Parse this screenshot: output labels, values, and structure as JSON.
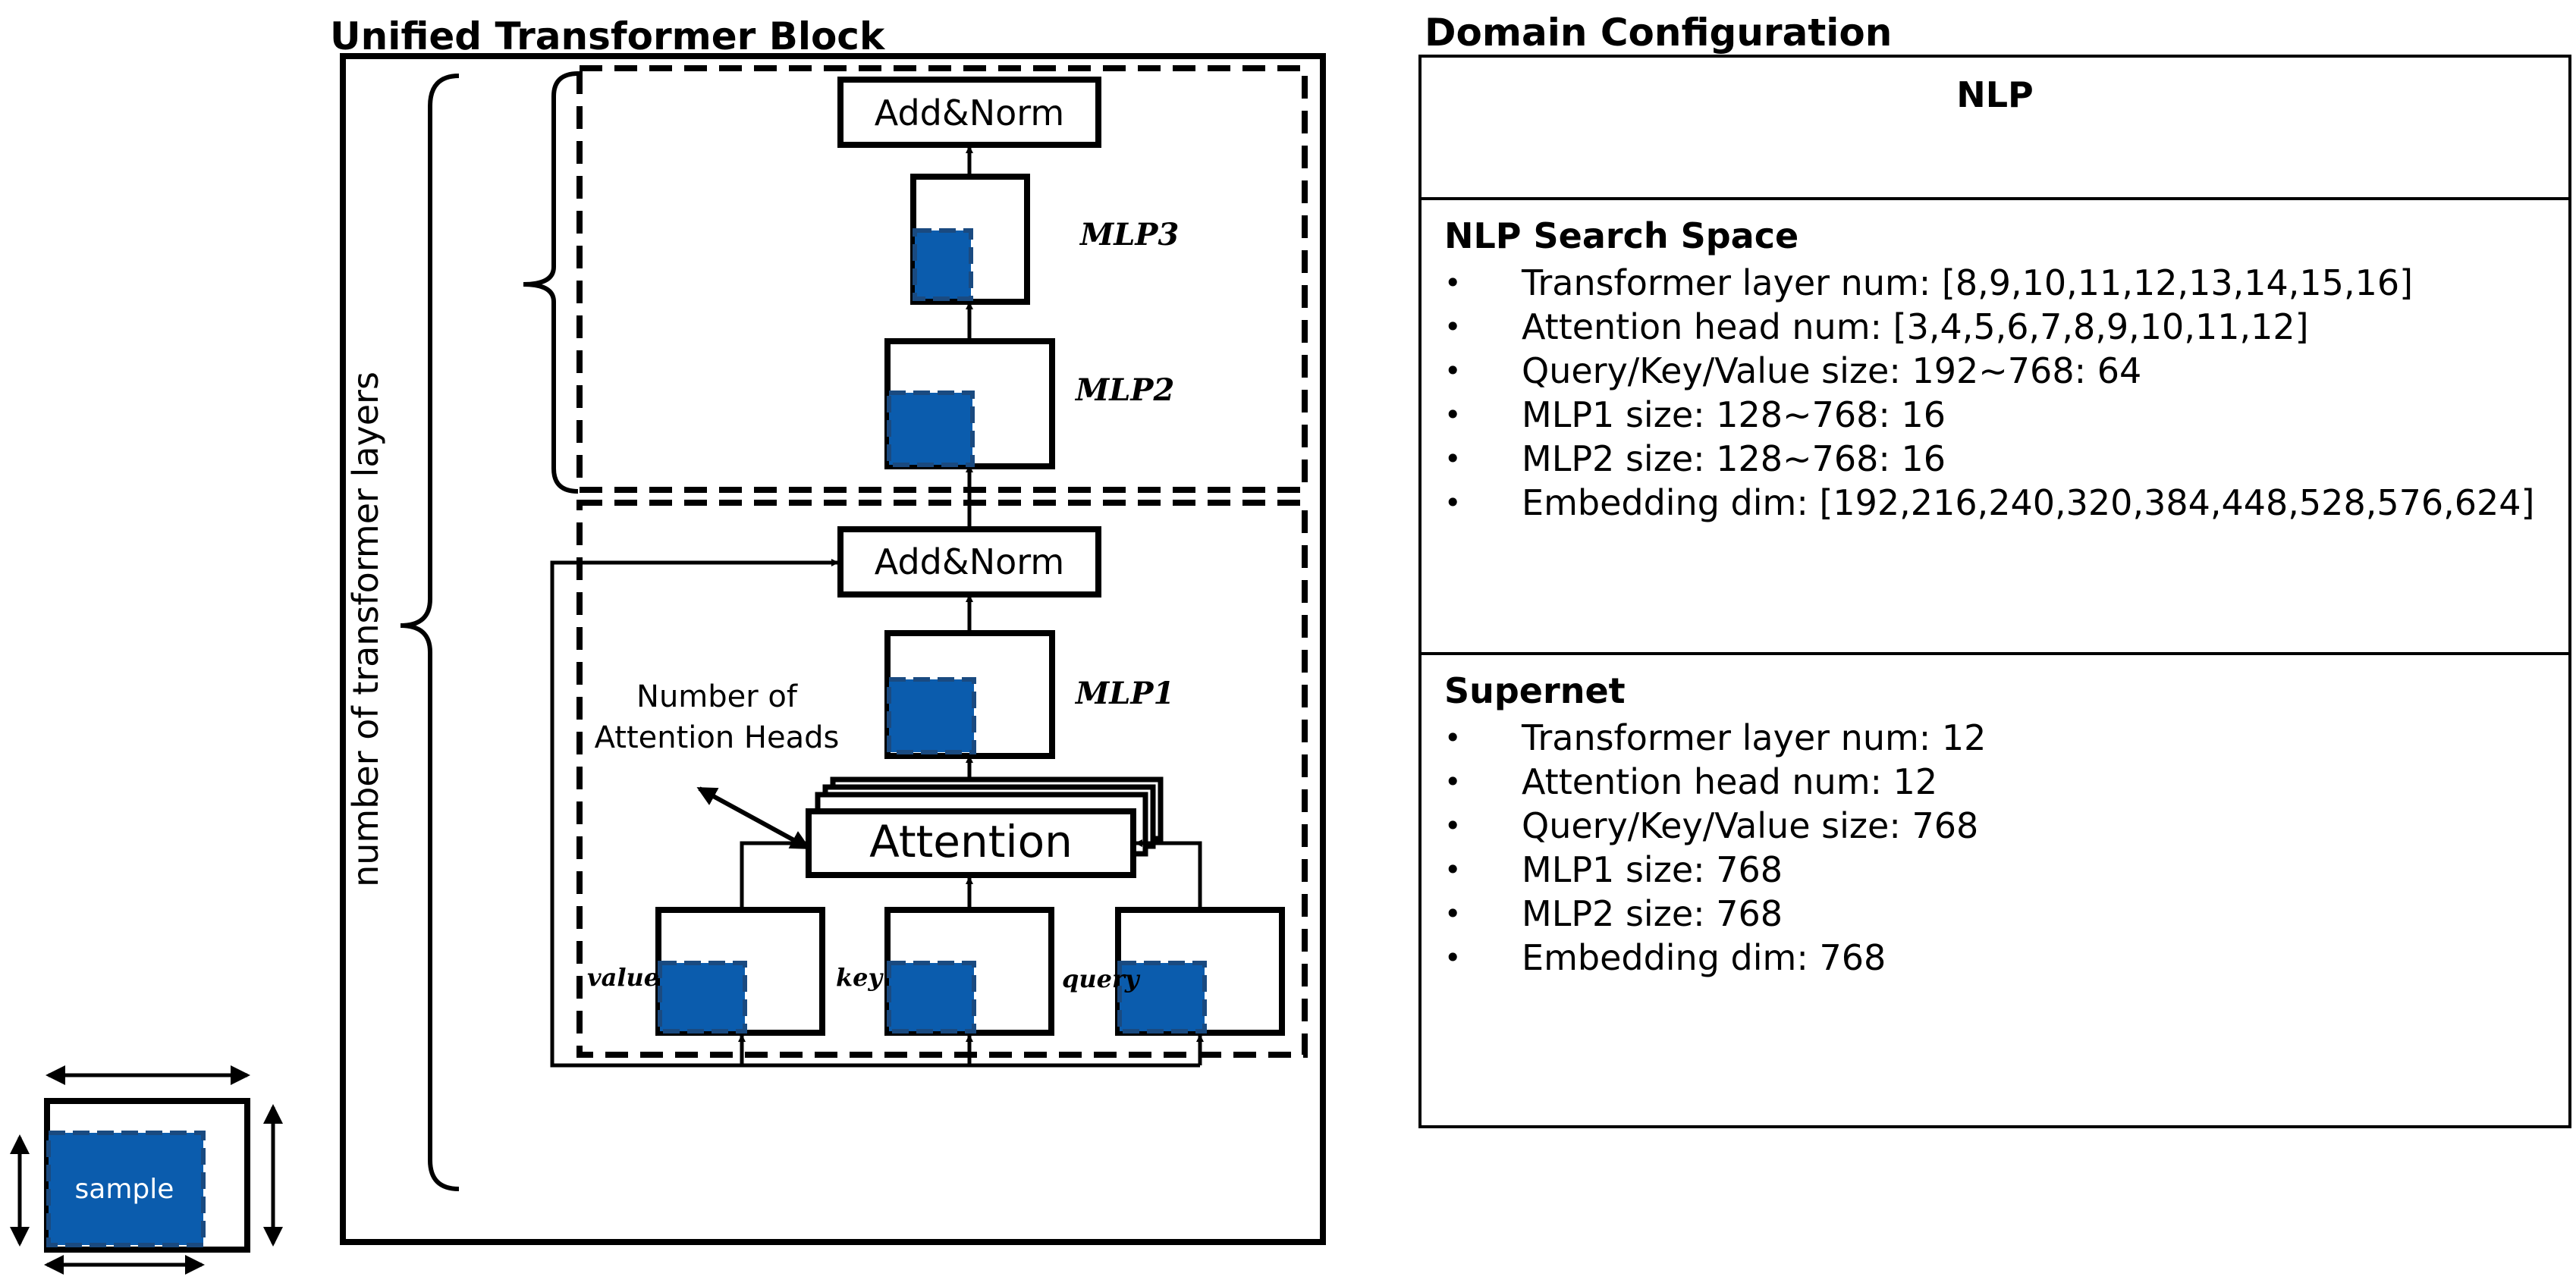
{
  "block": {
    "title": "Unified Transformer Block",
    "layers_label": "number of  transformer layers",
    "add_norm_top": "Add&Norm",
    "add_norm_bottom": "Add&Norm",
    "mlp3": "MLP3",
    "mlp2": "MLP2",
    "mlp1": "MLP1",
    "attention": "Attention",
    "heads_label_line1": "Number of",
    "heads_label_line2": "Attention Heads",
    "value": "value",
    "key": "key",
    "query": "query",
    "sample": "sample"
  },
  "domain": {
    "title": "Domain Configuration",
    "nlp_header": "NLP",
    "search_space": {
      "title": "NLP Search Space",
      "items": [
        "Transformer layer num: [8,9,10,11,12,13,14,15,16]",
        "Attention head num: [3,4,5,6,7,8,9,10,11,12]",
        "Query/Key/Value size: 192~768: 64",
        "MLP1 size: 128~768: 16",
        "MLP2 size: 128~768: 16",
        "Embedding dim: [192,216,240,320,384,448,528,576,624]"
      ]
    },
    "supernet": {
      "title": "Supernet",
      "items": [
        "Transformer layer num: 12",
        "Attention head num: 12",
        "Query/Key/Value size: 768",
        "MLP1 size: 768",
        "MLP2 size: 768",
        "Embedding dim: 768"
      ]
    }
  },
  "colors": {
    "fill": "#0b5cad",
    "stroke": "#000000",
    "background": "#ffffff"
  }
}
